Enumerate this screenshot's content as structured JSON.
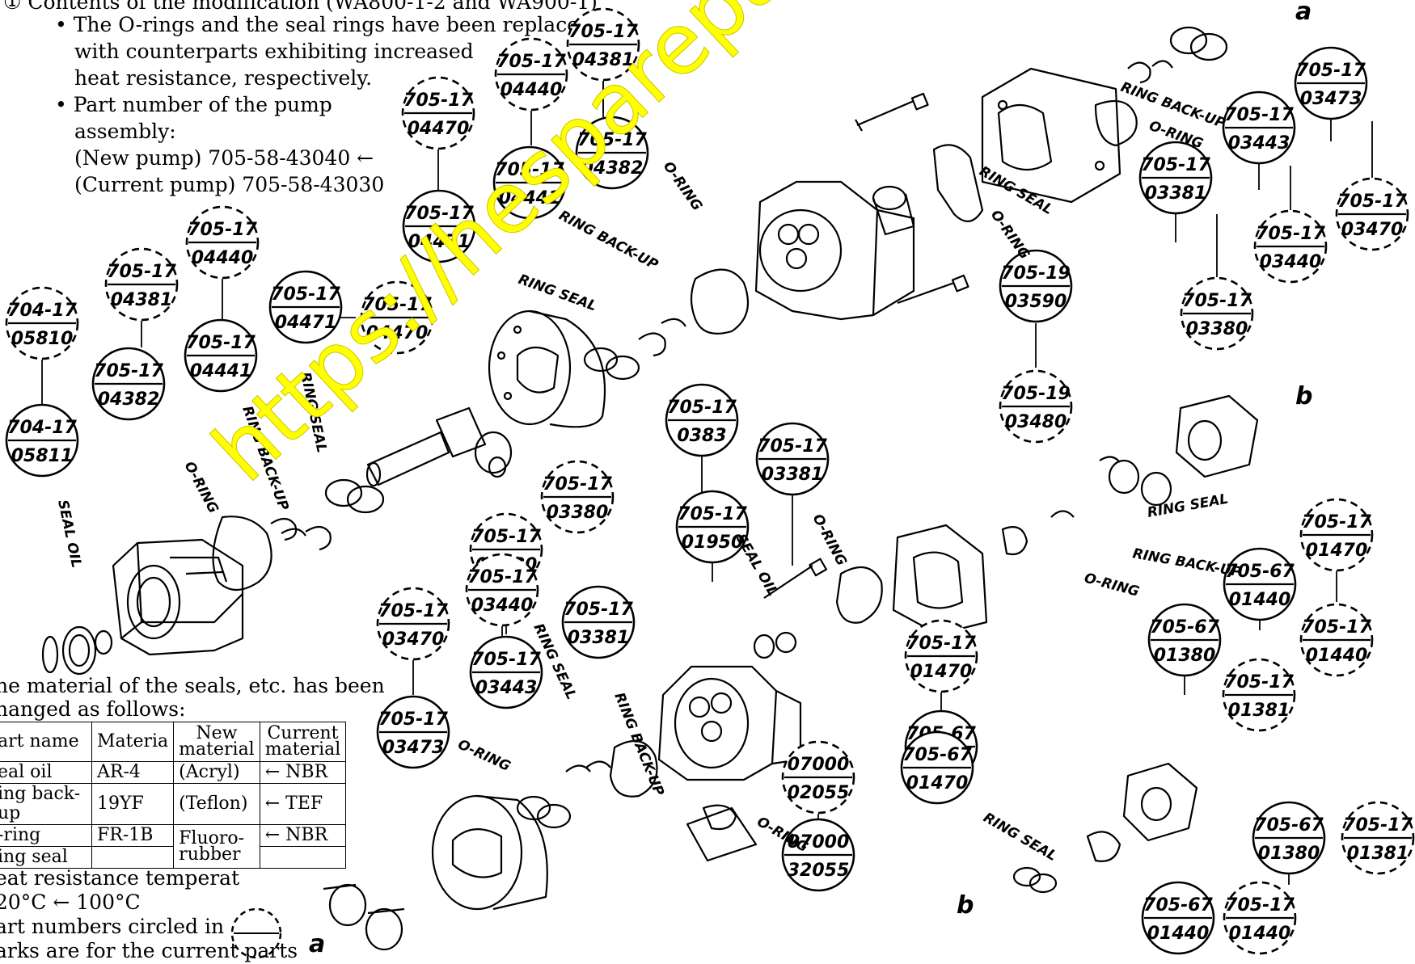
{
  "header": {
    "contents_line": "①   Contents of the modification (WA800-1-2 and WA900-1)",
    "bullet1_lines": [
      "• The O-rings and the seal rings have been replaced",
      "with counterparts exhibiting increased",
      "heat resistance, respectively."
    ],
    "bullet2_lines": [
      "• Part number of the pump",
      "assembly:",
      "(New pump) 705-58-43040 ←",
      "(Current pump) 705-58-43030"
    ]
  },
  "material_note_lines": [
    "he material of the seals, etc. has been",
    "hanged as follows:"
  ],
  "material_table": {
    "headers": [
      "art name",
      "Materia",
      "New material",
      "Current material"
    ],
    "rows": [
      [
        "eal oil",
        "AR-4",
        "(Acryl)",
        "← NBR"
      ],
      [
        "ing back-up",
        "19YF",
        "(Teflon)",
        "← TEF"
      ],
      [
        "-ring",
        "FR-1B",
        "Fluoro-rubber",
        "← NBR"
      ],
      [
        "ing seal",
        "",
        "",
        ""
      ]
    ]
  },
  "footer_lines": [
    "eat resistance temperat",
    "20°C ← 100°C",
    "art numbers circled in",
    "arks are for the current parts"
  ],
  "callouts": [
    {
      "top": "705-17",
      "bottom": "04381",
      "dashed": true
    },
    {
      "top": "705-17",
      "bottom": "04440",
      "dashed": true
    },
    {
      "top": "705-17",
      "bottom": "04470",
      "dashed": true
    },
    {
      "top": "705-17",
      "bottom": "04382",
      "dashed": false
    },
    {
      "top": "705-17",
      "bottom": "04441",
      "dashed": false
    },
    {
      "top": "705-17",
      "bottom": "04471",
      "dashed": false
    },
    {
      "top": "705-17",
      "bottom": "04440",
      "dashed": true
    },
    {
      "top": "705-17",
      "bottom": "04381",
      "dashed": true
    },
    {
      "top": "704-17",
      "bottom": "05810",
      "dashed": true
    },
    {
      "top": "705-17",
      "bottom": "04470",
      "dashed": true
    },
    {
      "top": "705-17",
      "bottom": "04471",
      "dashed": false
    },
    {
      "top": "705-17",
      "bottom": "04441",
      "dashed": false
    },
    {
      "top": "705-17",
      "bottom": "04382",
      "dashed": false
    },
    {
      "top": "704-17",
      "bottom": "05811",
      "dashed": false
    },
    {
      "top": "705-17",
      "bottom": "03473",
      "dashed": false
    },
    {
      "top": "705-17",
      "bottom": "03443",
      "dashed": false
    },
    {
      "top": "705-17",
      "bottom": "03381",
      "dashed": false
    },
    {
      "top": "705-17",
      "bottom": "03470",
      "dashed": true
    },
    {
      "top": "705-17",
      "bottom": "03440",
      "dashed": true
    },
    {
      "top": "705-17",
      "bottom": "03380",
      "dashed": true
    },
    {
      "top": "705-19",
      "bottom": "03590",
      "dashed": false
    },
    {
      "top": "705-19",
      "bottom": "03480",
      "dashed": true
    },
    {
      "top": "705-17",
      "bottom": "03380",
      "dashed": true
    },
    {
      "top": "705-17",
      "bottom": "03381",
      "dashed": false
    },
    {
      "top": "705-17",
      "bottom": "0383",
      "dashed": false
    },
    {
      "top": "705-17",
      "bottom": "01950",
      "dashed": false
    },
    {
      "top": "705-17",
      "bottom": "03380",
      "dashed": true
    },
    {
      "top": "705-17",
      "bottom": "03440",
      "dashed": true
    },
    {
      "top": "705-17",
      "bottom": "03470",
      "dashed": true
    },
    {
      "top": "705-17",
      "bottom": "03443",
      "dashed": false
    },
    {
      "top": "705-17",
      "bottom": "03381",
      "dashed": false
    },
    {
      "top": "705-17",
      "bottom": "03473",
      "dashed": false
    },
    {
      "top": "07000",
      "bottom": "02055",
      "dashed": true
    },
    {
      "top": "07000",
      "bottom": "32055",
      "dashed": false
    },
    {
      "top": "705-67",
      "bottom": "01470",
      "dashed": false
    },
    {
      "top": "705-67",
      "bottom": "01440",
      "dashed": false
    },
    {
      "top": "705-17",
      "bottom": "01470",
      "dashed": true
    },
    {
      "top": "705-67",
      "bottom": "01380",
      "dashed": false
    },
    {
      "top": "705-17",
      "bottom": "01440",
      "dashed": true
    },
    {
      "top": "705-17",
      "bottom": "01381",
      "dashed": true
    },
    {
      "top": "705-17",
      "bottom": "01470",
      "dashed": true
    },
    {
      "top": "705-67",
      "bottom": "01470",
      "dashed": false
    },
    {
      "top": "705-67",
      "bottom": "01380",
      "dashed": false
    },
    {
      "top": "705-17",
      "bottom": "01381",
      "dashed": true
    },
    {
      "top": "705-67",
      "bottom": "01440",
      "dashed": false
    },
    {
      "top": "705-17",
      "bottom": "01440",
      "dashed": true
    }
  ],
  "leader_labels": [
    "SEAL OIL",
    "O-RING",
    "RING BACK-UP",
    "RING SEAL",
    "O-RING",
    "RING BACK-UP",
    "RING SEAL",
    "RING SEAL",
    "RING BACK-UP",
    "O-RING",
    "O-RING",
    "SEAL OIL",
    "O-RING",
    "RING SEAL",
    "RING BACK-UP",
    "O-RING",
    "O-RING",
    "RING SEAL",
    "RING BACK-UP",
    "O-RING",
    "RING SEAL"
  ],
  "markers": [
    "a",
    "a",
    "b",
    "b"
  ],
  "watermark": "https://hesparepart.com/"
}
